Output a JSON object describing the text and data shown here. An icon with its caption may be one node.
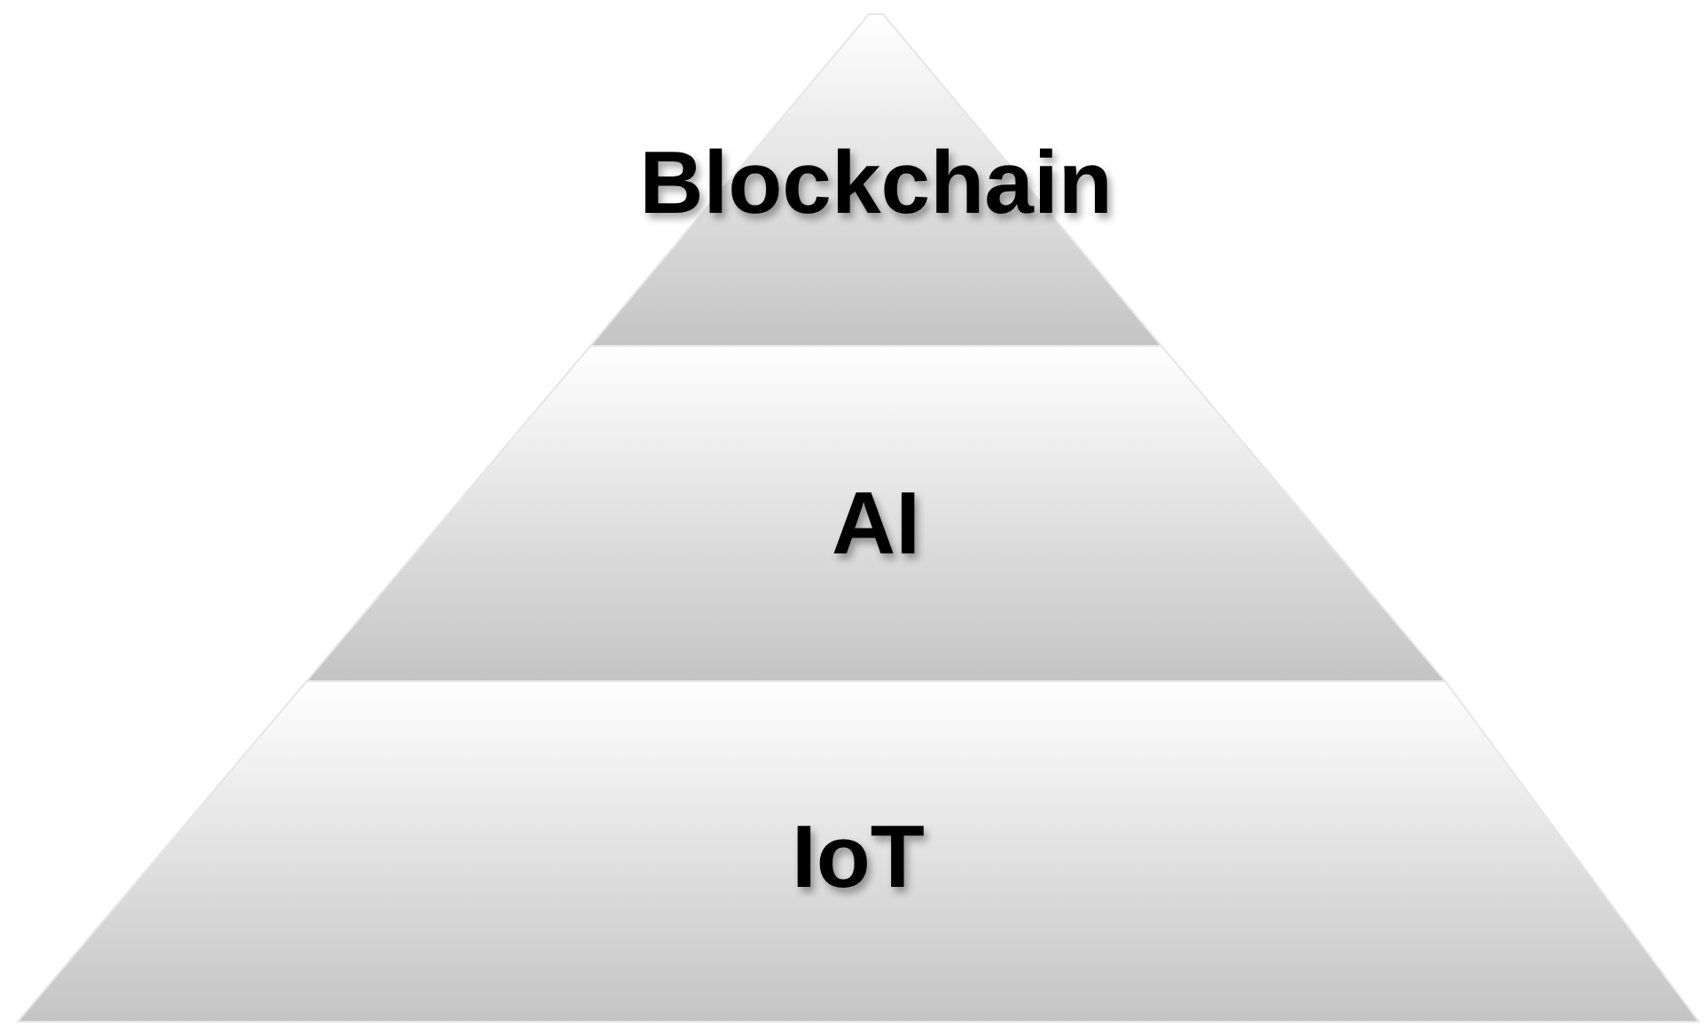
{
  "diagram": {
    "nodes": [
      {
        "text": [
          "Blockchain"
        ]
      },
      {
        "text": [
          "AI"
        ]
      },
      {
        "text": [
          "IoT"
        ]
      }
    ]
  }
}
